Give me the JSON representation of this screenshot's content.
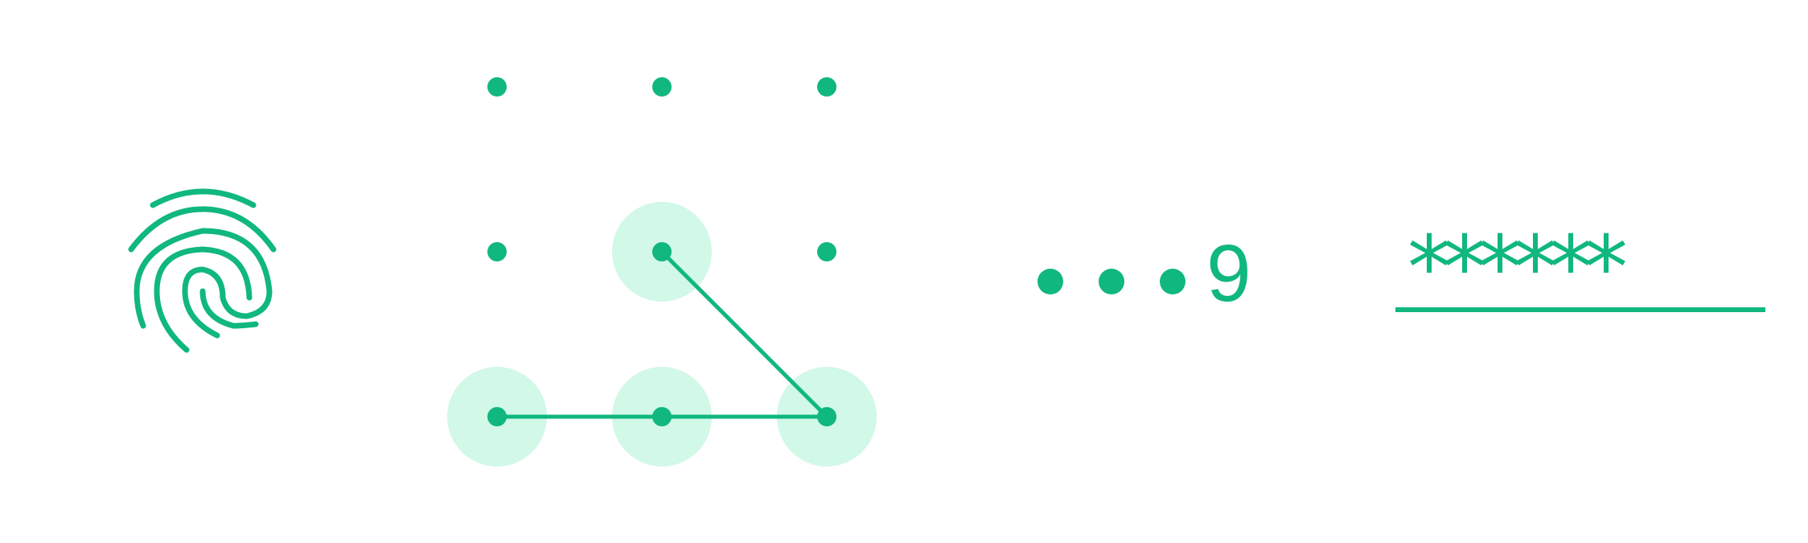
{
  "theme": {
    "accent": "#10b77f",
    "highlight": "#d2f8e8",
    "background": "#ffffff"
  },
  "unlock_methods": [
    {
      "method": "fingerprint",
      "icon": "fingerprint-icon"
    },
    {
      "method": "pattern"
    },
    {
      "method": "pin"
    },
    {
      "method": "password"
    }
  ],
  "pattern": {
    "grid": "3x3",
    "selected": [
      5,
      9,
      8,
      7
    ],
    "highlighted": [
      5,
      7,
      8,
      9
    ]
  },
  "pin": {
    "masked_count": 3,
    "last_digit": "9"
  },
  "password": {
    "masked_value": "******"
  }
}
